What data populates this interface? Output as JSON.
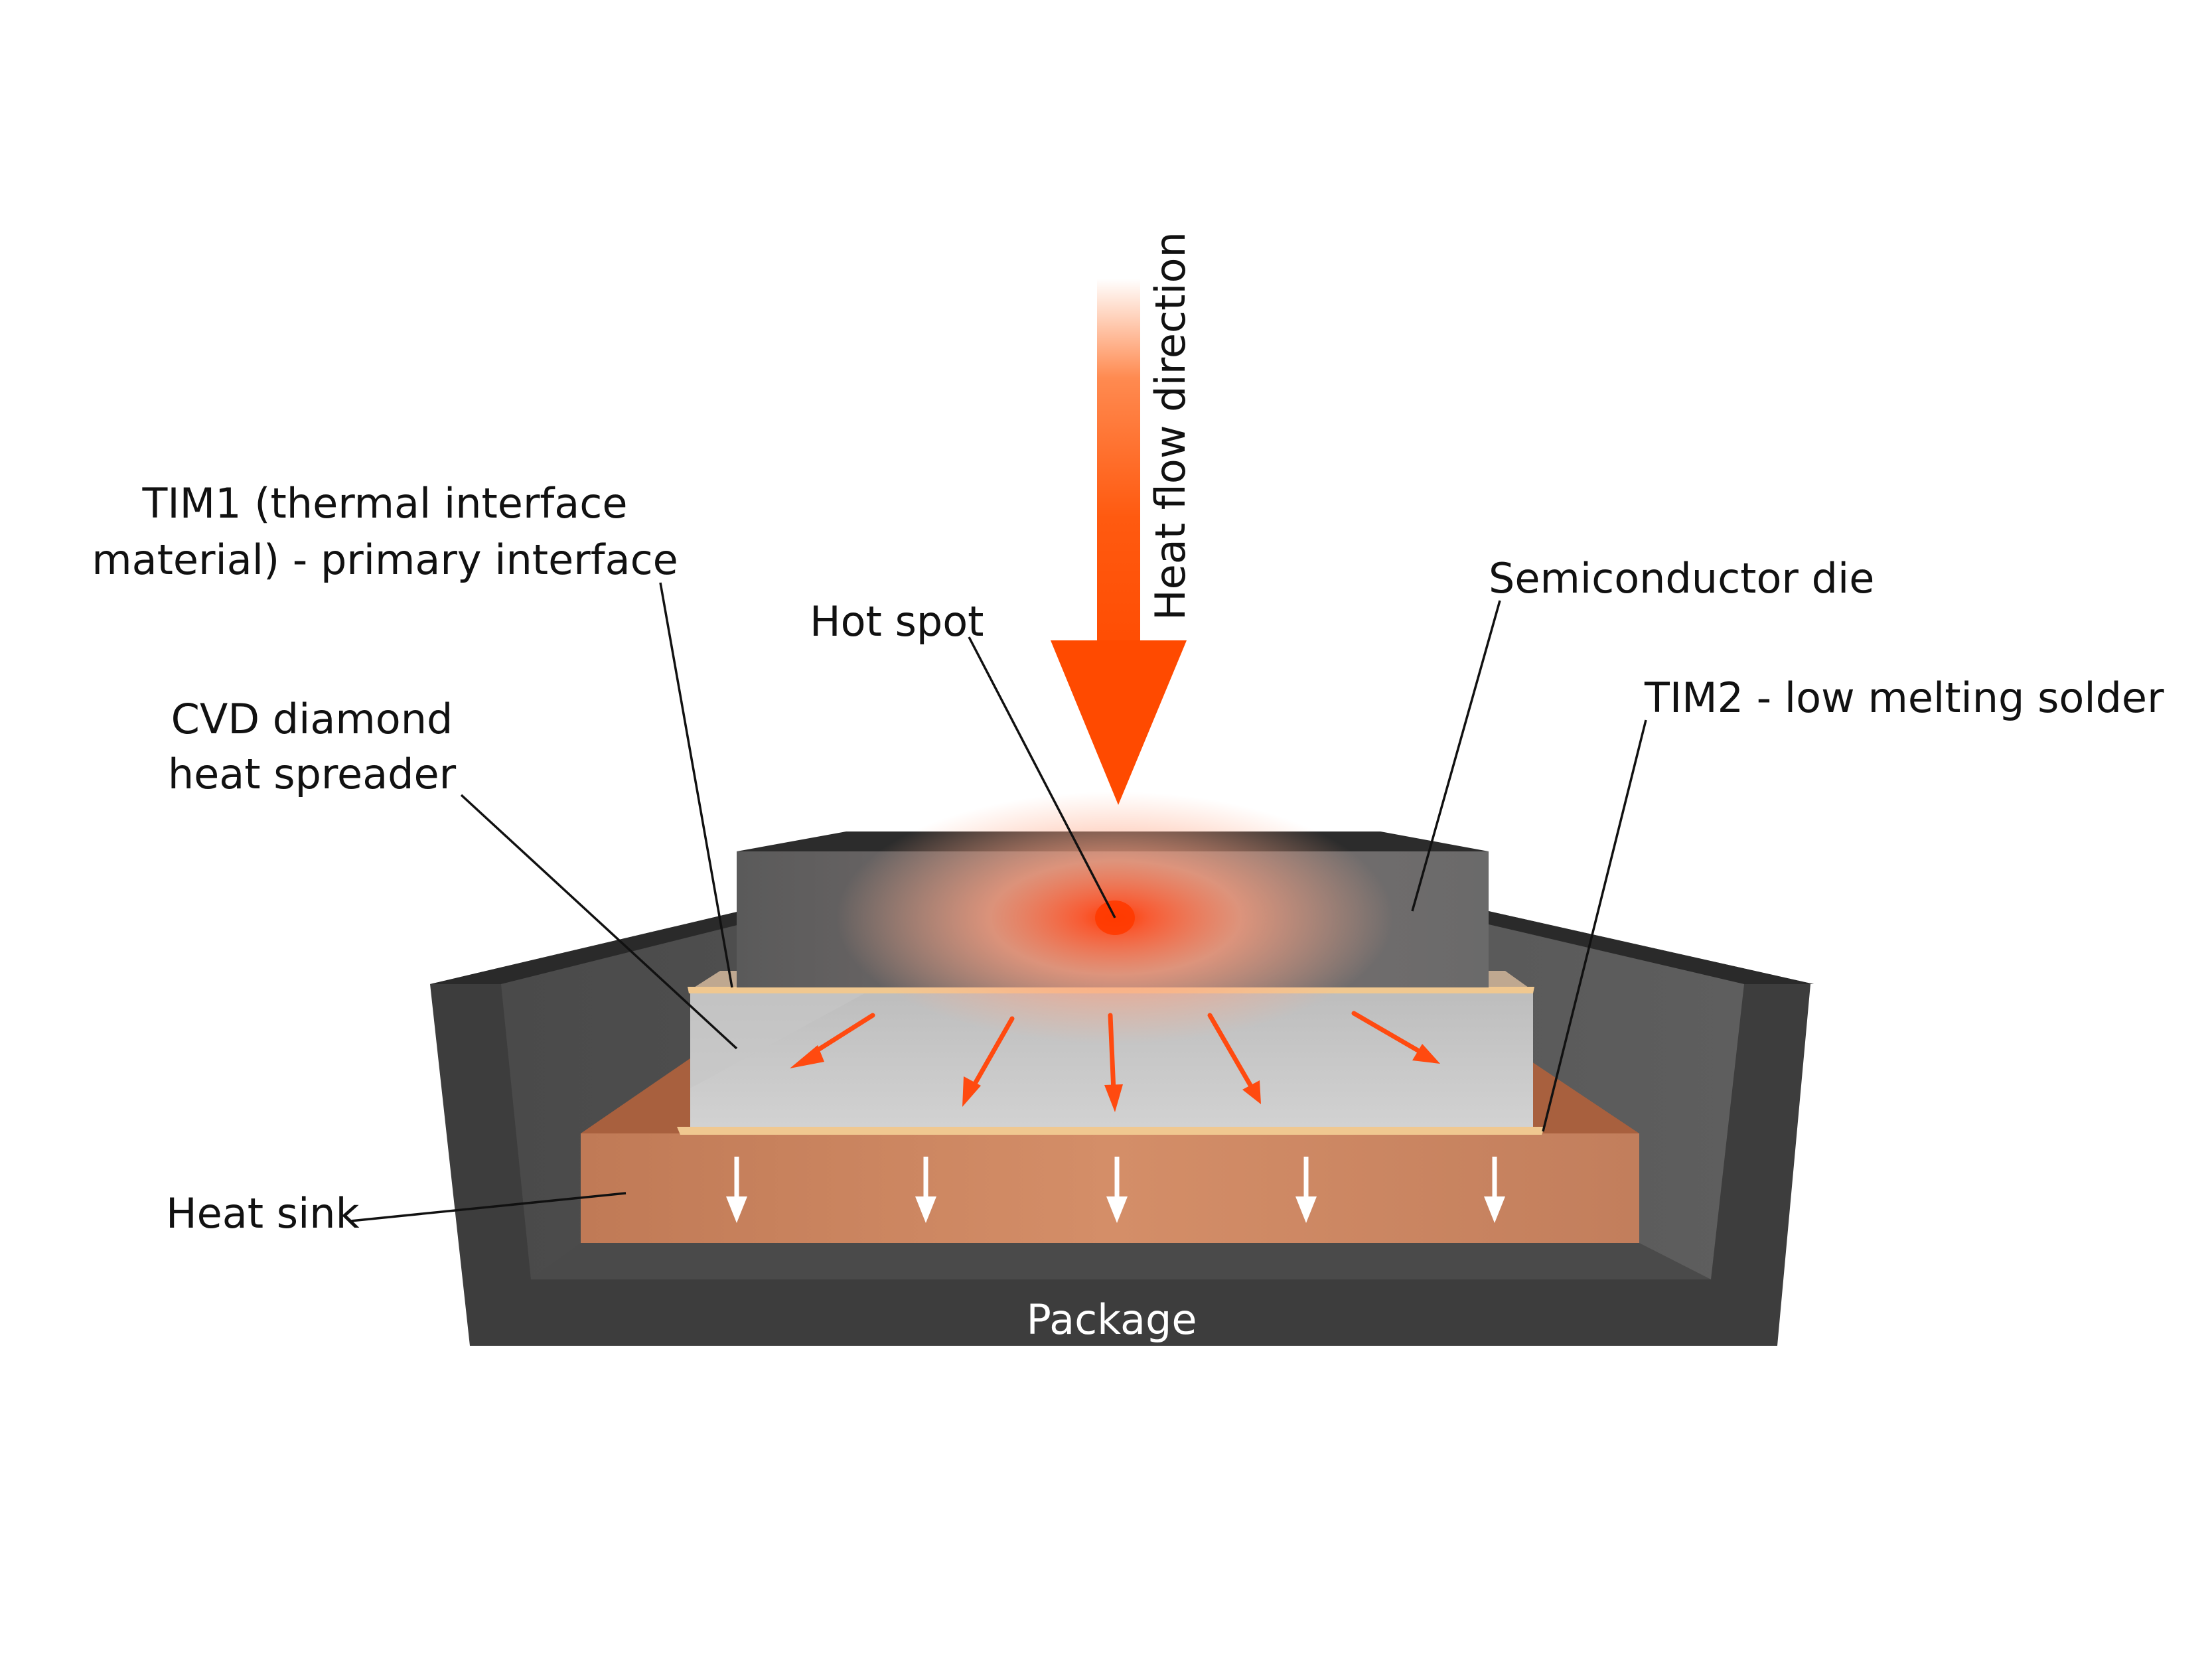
{
  "labels": {
    "heat_flow_direction": "Heat flow direction",
    "tim1_line1": "TIM1 (thermal interface",
    "tim1_line2": "material) - primary interface",
    "semiconductor_die": "Semiconductor die",
    "hot_spot": "Hot spot",
    "tim2": "TIM2 - low melting solder",
    "cvd_line1": "CVD diamond",
    "cvd_line2": "heat spreader",
    "heat_sink": "Heat sink",
    "package": "Package"
  },
  "colors": {
    "heat_arrow": "#ff5a10",
    "package_dark": "#3a3a3a",
    "package_inner": "#555555",
    "die": "#6a6a6a",
    "spreader": "#c9c9c9",
    "heat_sink": "#c8825e",
    "tim_layer": "#f0c890"
  }
}
